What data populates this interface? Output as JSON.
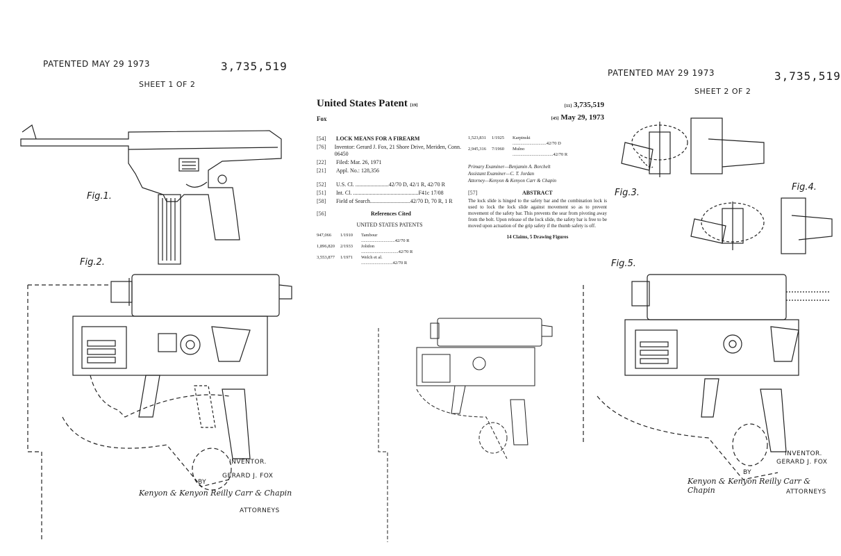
{
  "sheet1": {
    "patented": "PATENTED MAY 29 1973",
    "number": "3,735,519",
    "sheet_label": "SHEET 1 OF 2",
    "fig1": "Fig.1.",
    "fig2": "Fig.2.",
    "inventor_label": "INVENTOR.",
    "inventor_name": "GERARD J. FOX",
    "by": "BY",
    "signature": "Kenyon & Kenyon Reilly Carr & Chapin",
    "attorneys": "ATTORNEYS"
  },
  "sheet2": {
    "patented": "PATENTED MAY 29 1973",
    "number": "3,735,519",
    "sheet_label": "SHEET 2 OF 2",
    "fig3": "Fig.3.",
    "fig4": "Fig.4.",
    "fig5": "Fig.5.",
    "inventor_label": "INVENTOR.",
    "inventor_name": "GERARD J. FOX",
    "by": "BY",
    "signature": "Kenyon & Kenyon Reilly Carr & Chapin",
    "attorneys": "ATTORNEYS"
  },
  "front": {
    "title": "United States Patent",
    "title_tag": "[19]",
    "inventor_short": "Fox",
    "num_tag": "[11]",
    "number": "3,735,519",
    "date_tag": "[45]",
    "date": "May 29, 1973",
    "fields": [
      {
        "tag": "[54]",
        "text": "LOCK MEANS FOR A FIREARM",
        "bold": true
      },
      {
        "tag": "[76]",
        "text": "Inventor: Gerard J. Fox, 21 Shore Drive, Meriden, Conn. 06450",
        "bold": false
      },
      {
        "tag": "[22]",
        "text": "Filed:  Mar. 26, 1971",
        "bold": false
      },
      {
        "tag": "[21]",
        "text": "Appl. No.: 128,356",
        "bold": false
      },
      {
        "tag": "[52]",
        "text": "U.S. Cl. ........................42/70 D, 42/1 R, 42/70 R",
        "bold": false
      },
      {
        "tag": "[51]",
        "text": "Int. Cl. ...............................................F41c 17/08",
        "bold": false
      },
      {
        "tag": "[58]",
        "text": "Field of Search.............................42/70 D, 70 R, 1 R",
        "bold": false
      },
      {
        "tag": "[56]",
        "text": "References Cited",
        "bold": true
      }
    ],
    "us_patents_label": "UNITED STATES PATENTS",
    "refs": [
      {
        "no": "947,066",
        "date": "1/1910",
        "name": "Tambour ..............................42/70 R"
      },
      {
        "no": "1,896,820",
        "date": "2/1933",
        "name": "Jolidon .................................42/70 R"
      },
      {
        "no": "3,553,877",
        "date": "1/1971",
        "name": "Welch et al. ............................42/70 R"
      }
    ],
    "refs_right": [
      {
        "no": "1,523,831",
        "date": "1/1925",
        "name": "Karpinski ..............................42/70 D"
      },
      {
        "no": "2,945,316",
        "date": "7/1960",
        "name": "Mulno ....................................42/70 R"
      }
    ],
    "examiner1": "Primary Examiner—Benjamin A. Borchelt",
    "examiner2": "Assistant Examiner—C. T. Jordan",
    "attorney": "Attorney—Kenyon & Kenyon Carr & Chapin",
    "abstract_tag": "[57]",
    "abstract_label": "ABSTRACT",
    "abstract": "The lock slide is hinged to the safety bar and the combination lock is used to lock the lock slide against movement so as to prevent movement of the safety bar. This prevents the sear from pivoting away from the bolt. Upon release of the lock slide, the safety bar is free to be moved upon actuation of the grip safety if the thumb safety is off.",
    "claims": "14 Claims, 5 Drawing Figures"
  }
}
